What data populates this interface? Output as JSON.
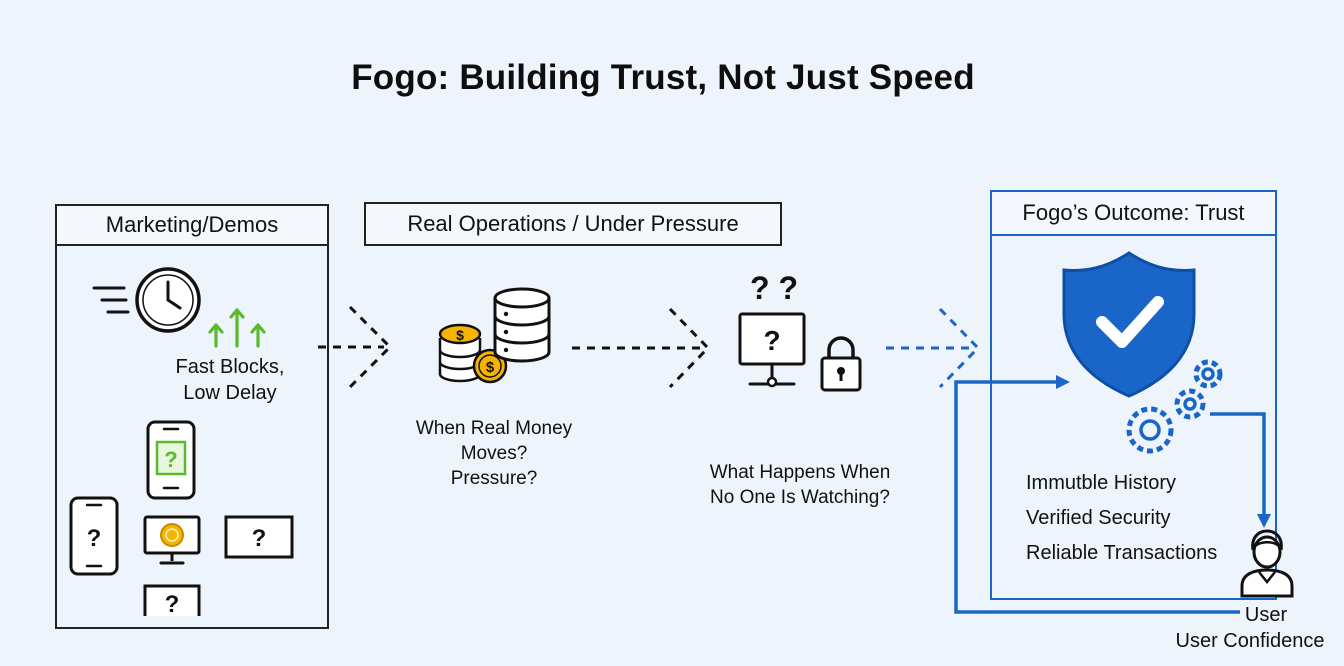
{
  "title": "Fogo: Building Trust, Not Just Speed",
  "colors": {
    "accent": "#1a66c8",
    "ink": "#111111",
    "green": "#5aba2c",
    "gold": "#e8a300",
    "background": "#eef4fb"
  },
  "sections": {
    "marketing": {
      "header": "Marketing/Demos",
      "caption_line1": "Fast Blocks,",
      "caption_line2": "Low Delay",
      "icons": [
        "clock-icon",
        "up-arrows-icon",
        "phone-question-icon",
        "monitor-coin-icon",
        "question-box-icon"
      ]
    },
    "operations": {
      "header": "Real Operations / Under Pressure",
      "money_line1": "When Real Money",
      "money_line2": "Moves?",
      "money_line3": "Pressure?",
      "watch_line1": "What Happens When",
      "watch_line2": "No One Is Watching?",
      "question_marks": "? ?",
      "icons": [
        "coins-icon",
        "database-icon",
        "monitor-question-icon",
        "lock-icon"
      ]
    },
    "outcome": {
      "header": "Fogo’s Outcome: Trust",
      "items": [
        "Immutble History",
        "Verified Security",
        "Reliable Transactions"
      ],
      "user_label": "User",
      "confidence_label": "User Confidence",
      "icons": [
        "shield-check-icon",
        "gears-icon",
        "user-icon"
      ]
    }
  },
  "question_mark": "?"
}
